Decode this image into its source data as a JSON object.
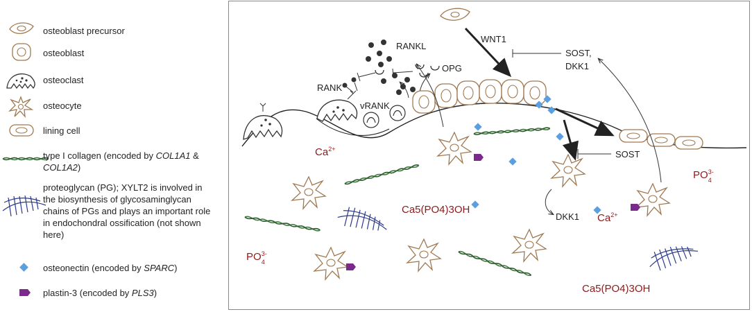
{
  "legend": {
    "items": [
      {
        "key": "osteoblast-precursor",
        "text": "osteoblast precursor"
      },
      {
        "key": "osteoblast",
        "text": "osteoblast"
      },
      {
        "key": "osteoclast",
        "text": "osteoclast"
      },
      {
        "key": "osteocyte",
        "text": "osteocyte"
      },
      {
        "key": "lining-cell",
        "text": "lining cell"
      }
    ],
    "collagen_lines": [
      "type I collagen (encoded by ",
      "COL1A1",
      " &",
      "COL1A2",
      ")"
    ],
    "proteoglycan_lines": [
      "proteoglycan (PG); XYLT2 is involved in",
      "the biosynthesis of glycosaminglycan",
      "chains of PGs and plays an important role",
      "in endochondral ossification (not shown",
      "here)"
    ],
    "osteonectin": {
      "pre": "osteonectin (encoded by ",
      "gene": "SPARC",
      "post": ")"
    },
    "plastin": {
      "pre": "plastin-3 (encoded by ",
      "gene": "PLS3",
      "post": ")"
    }
  },
  "diagram": {
    "rankl": "RANKL",
    "opg": "OPG",
    "rank": "RANK",
    "vrank": "vRANK",
    "wnt1": "WNT1",
    "sost_dkk1_1": "SOST,",
    "sost_dkk1_2": "DKK1",
    "sost": "SOST",
    "dkk1": "DKK1",
    "ca": "Ca",
    "ca_sup": "2+",
    "po": "PO",
    "po_sup": "3-",
    "po_sub": "4",
    "hydroxyapatite": "Ca5(PO4)3OH"
  },
  "colors": {
    "cell_outline": "#a07850",
    "collagen": "#3f7a3f",
    "proteoglycan": "#2a3a8a",
    "osteonectin": "#5aa0e0",
    "plastin": "#7a2a8a",
    "mineral_text": "#8b1a1a"
  }
}
